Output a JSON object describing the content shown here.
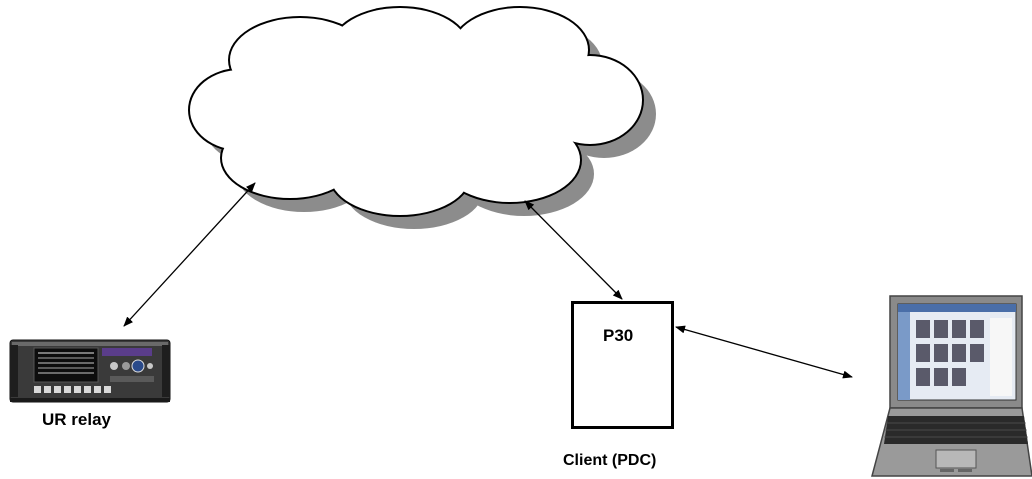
{
  "nodes": {
    "relay": {
      "label": "UR relay"
    },
    "client": {
      "label": "Client (PDC)",
      "box_label": "P30"
    },
    "laptop": {
      "label": ""
    },
    "network": {
      "label": ""
    }
  },
  "colors": {
    "line": "#000000",
    "cloud_fill": "#ffffff",
    "cloud_shadow": "#8c8c8c",
    "relay_body": "#2a2a2a",
    "relay_screen": "#111111",
    "laptop_body": "#9a9a9a",
    "laptop_screen": "#e8ecf4"
  },
  "icons": [
    "cloud-icon",
    "relay-device-icon",
    "laptop-icon",
    "arrow-icon"
  ]
}
